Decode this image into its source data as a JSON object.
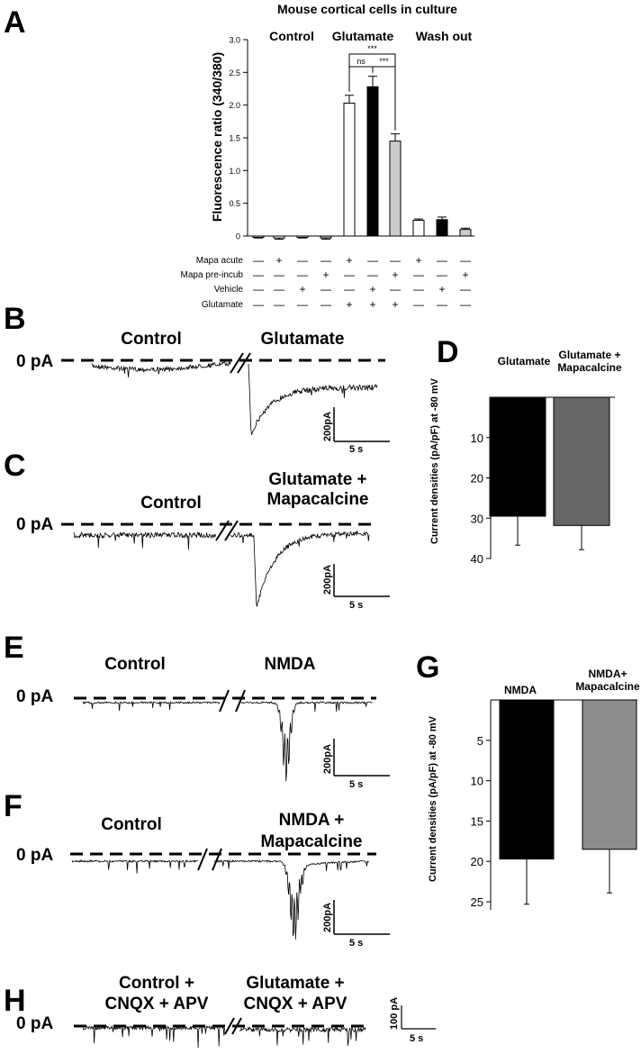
{
  "panels": {
    "A": "A",
    "B": "B",
    "C": "C",
    "D": "D",
    "E": "E",
    "F": "F",
    "G": "G",
    "H": "H"
  },
  "chart_data": [
    {
      "panel": "A",
      "type": "bar",
      "title": "Mouse cortical cells in culture",
      "ylabel": "Fluorescence ratio (340/380)",
      "xlabel": "",
      "ylim": [
        0,
        3.0
      ],
      "yticks": [
        "0",
        "0.5",
        "1.0",
        "1.5",
        "2.0",
        "2.5",
        "3.0"
      ],
      "groups": [
        "Control",
        "Glutamate",
        "Wash out"
      ],
      "values": [
        -0.02,
        -0.03,
        -0.02,
        -0.03,
        2.03,
        2.28,
        1.45,
        0.24,
        0.25,
        0.1
      ],
      "errors": [
        0.01,
        0.02,
        0.01,
        0.02,
        0.12,
        0.16,
        0.11,
        0.02,
        0.04,
        0.02
      ],
      "fills": [
        "#ffffff",
        "#ffffff",
        "#ffffff",
        "#bbbbbb",
        "#ffffff",
        "#000000",
        "#cccccc",
        "#ffffff",
        "#000000",
        "#cccccc"
      ],
      "conditions": [
        {
          "label": "Mapa acute",
          "signs": [
            "—",
            "+",
            "—",
            "—",
            "+",
            "—",
            "—",
            "+",
            "—",
            "—"
          ]
        },
        {
          "label": "Mapa pre-incub",
          "signs": [
            "—",
            "—",
            "—",
            "+",
            "—",
            "—",
            "+",
            "—",
            "—",
            "+"
          ]
        },
        {
          "label": "Vehicle",
          "signs": [
            "—",
            "—",
            "+",
            "—",
            "—",
            "+",
            "—",
            "—",
            "+",
            "—"
          ]
        },
        {
          "label": "Glutamate",
          "signs": [
            "—",
            "—",
            "—",
            "—",
            "+",
            "+",
            "+",
            "—",
            "—",
            "—"
          ]
        }
      ],
      "significance": [
        {
          "from": 4,
          "to": 5,
          "label": "ns"
        },
        {
          "from": 4,
          "to": 6,
          "label": "***"
        },
        {
          "from": 5,
          "to": 6,
          "label": "***"
        }
      ],
      "grid": false
    },
    {
      "panel": "D",
      "type": "bar",
      "title": "",
      "ylabel": "Current densities (pA/pF) at -80 mV",
      "categories": [
        "Glutamate",
        "Glutamate +\nMapacalcine"
      ],
      "values": [
        29.5,
        31.8
      ],
      "errors": [
        7.2,
        6.0
      ],
      "fills": [
        "#000000",
        "#666666"
      ],
      "ylim": [
        0,
        40
      ],
      "yticks": [
        "10",
        "20",
        "30",
        "40"
      ],
      "inverted": true,
      "grid": false
    },
    {
      "panel": "G",
      "type": "bar",
      "title": "",
      "ylabel": "Current densities (pA/pF) at -80 mV",
      "categories": [
        "NMDA",
        "NMDA+\nMapacalcine"
      ],
      "values": [
        19.7,
        18.5
      ],
      "errors": [
        5.6,
        5.4
      ],
      "fills": [
        "#000000",
        "#8c8c8c"
      ],
      "ylim": [
        0,
        26
      ],
      "yticks": [
        "5",
        "10",
        "15",
        "20",
        "25"
      ],
      "inverted": true,
      "grid": false
    }
  ],
  "traces": {
    "B": {
      "zero": "0 pA",
      "left": "Control",
      "right": "Glutamate",
      "scale_y": "200pA",
      "scale_x": "5 s",
      "peak_pa": 420
    },
    "C": {
      "zero": "0 pA",
      "left": "Control",
      "right_1": "Glutamate +",
      "right_2": "Mapacalcine",
      "scale_y": "200pA",
      "scale_x": "5 s",
      "peak_pa": 450
    },
    "E": {
      "zero": "0 pA",
      "left": "Control",
      "right": "NMDA",
      "scale_y": "200pA",
      "scale_x": "5 s",
      "peak_pa": 440
    },
    "F": {
      "zero": "0 pA",
      "left": "Control",
      "right_1": "NMDA +",
      "right_2": "Mapacalcine",
      "scale_y": "200pA",
      "scale_x": "5 s",
      "peak_pa": 490
    },
    "H": {
      "zero": "0 pA",
      "left_1": "Control +",
      "left_2": "CNQX + APV",
      "right_1": "Glutamate +",
      "right_2": "CNQX + APV",
      "scale_y": "100 pA",
      "scale_x": "5 s",
      "peak_pa": 30
    }
  }
}
